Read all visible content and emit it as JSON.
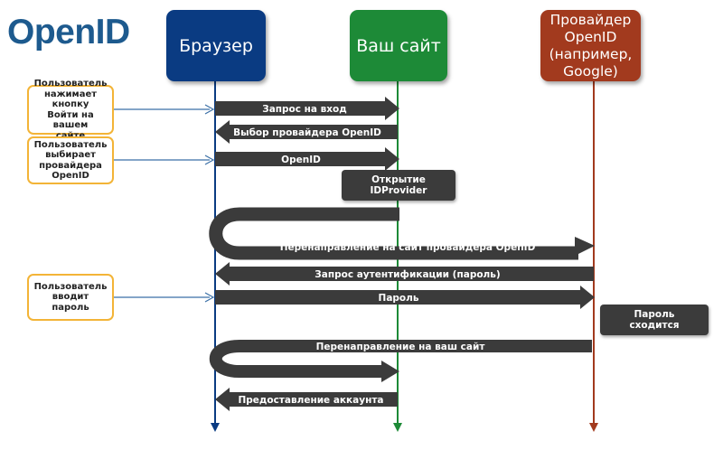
{
  "logo": "OpenID",
  "actors": {
    "browser": "Браузер",
    "site": "Ваш сайт",
    "provider": "Провайдер\nOpenID\n(например,\nGoogle)"
  },
  "notes": [
    "Пользователь\nнажимает кнопку\nВойти на вашем\nсайте",
    "Пользователь\nвыбирает\nпровайдера\nOpenID",
    "Пользователь\nвводит\nпароль"
  ],
  "boxes": {
    "open_idprovider": "Открытие\nIDProvider",
    "password_match": "Пароль\nсходится"
  },
  "messages": [
    "Запрос на вход",
    "Выбор провайдера OpenID",
    "OpenID",
    "Перенаправление на сайт провайдера OpenID",
    "Запрос аутентификации (пароль)",
    "Пароль",
    "Перенаправление на ваш сайт",
    "Предоставление аккаунта"
  ],
  "colors": {
    "browser": "#0a3b82",
    "site": "#1d8a37",
    "provider": "#a23a1e",
    "note_border": "#f3b437",
    "message": "#3b3b3b"
  }
}
